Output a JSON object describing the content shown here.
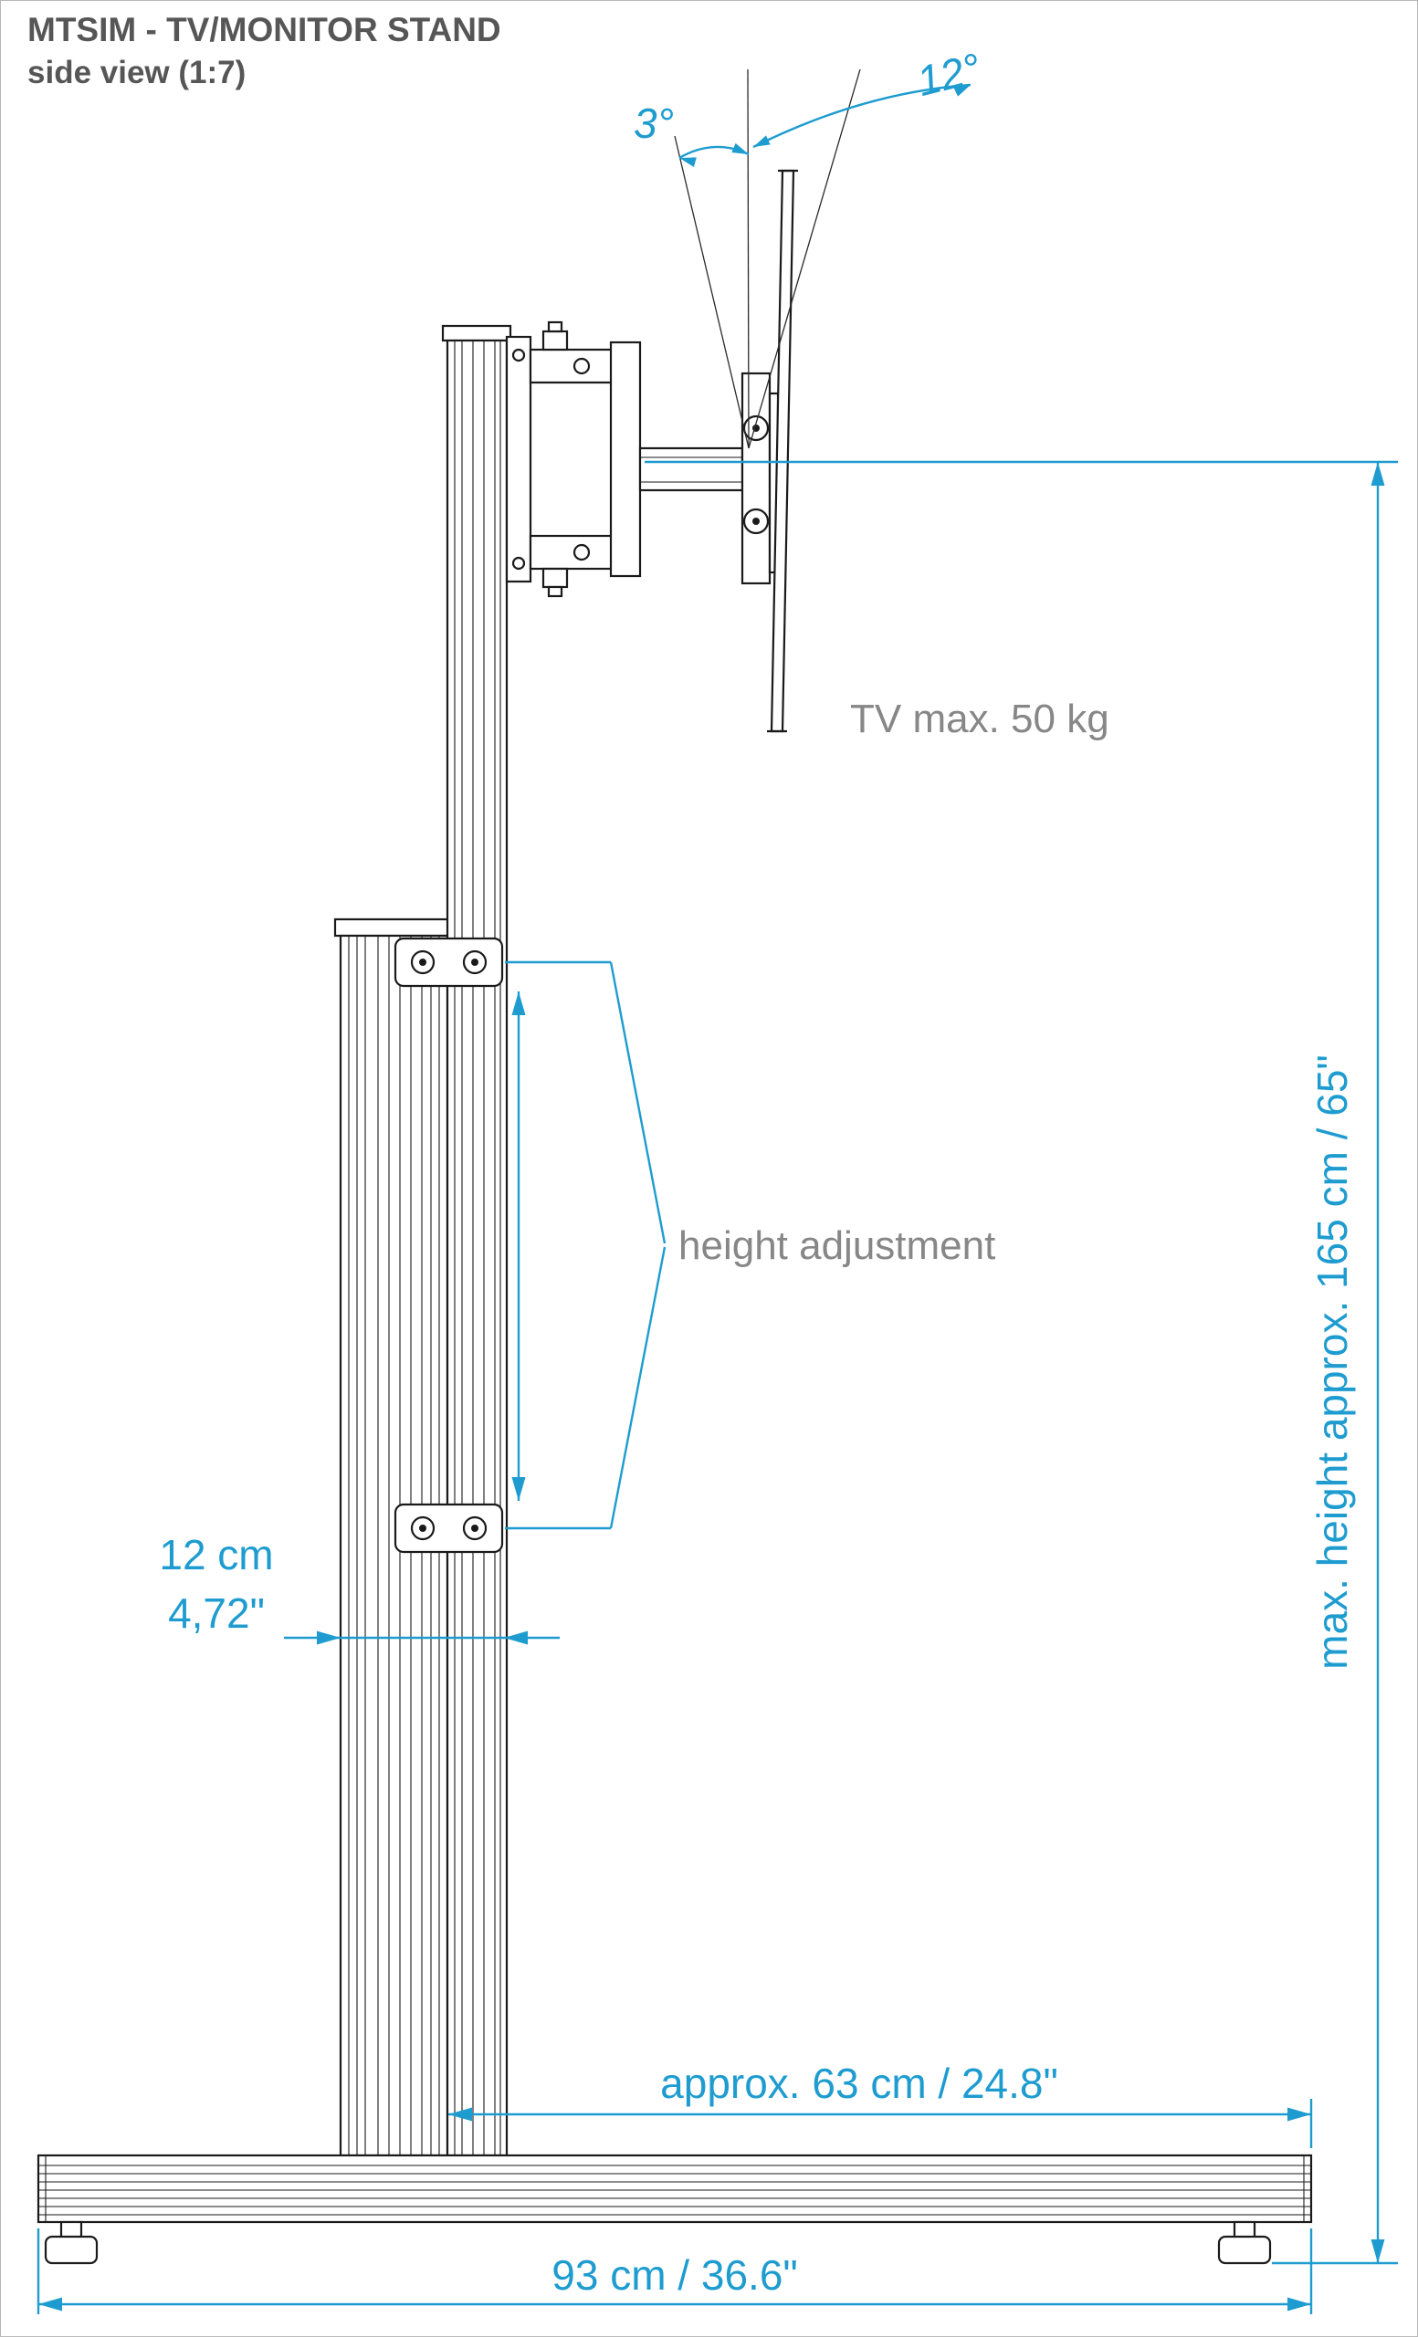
{
  "header": {
    "title": "MTSIM - TV/MONITOR STAND",
    "subtitle": "side view (1:7)"
  },
  "angles": {
    "back_tilt": "3°",
    "forward_tilt": "12°"
  },
  "labels": {
    "tv_max_weight": "TV max. 50 kg",
    "height_adjustment": "height adjustment"
  },
  "dimensions": {
    "adjust_offset_cm": "12 cm",
    "adjust_offset_in": "4,72\"",
    "max_height": "max. height approx. 165 cm / 65\"",
    "front_depth": "approx. 63 cm / 24.8\"",
    "base_width": "93 cm / 36.6\""
  },
  "colors": {
    "dimension_cyan": "#1e9cd0",
    "label_gray": "#878787",
    "title_gray": "#565656",
    "line_black": "#1a1a1a"
  }
}
